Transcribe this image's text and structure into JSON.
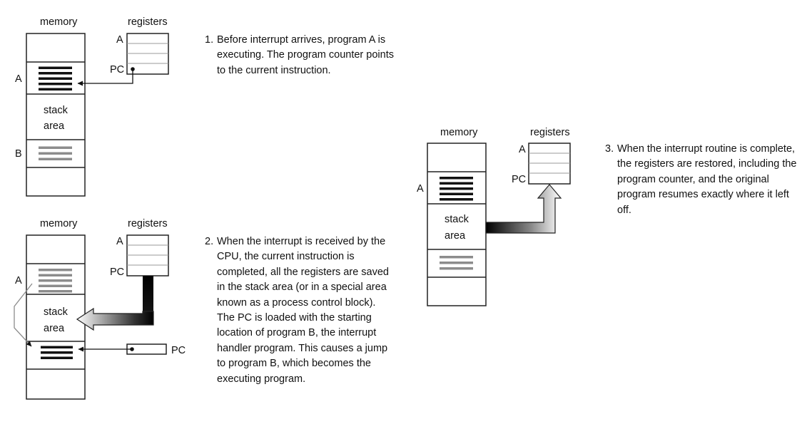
{
  "labels": {
    "memory": "memory",
    "registers": "registers",
    "a": "A",
    "b": "B",
    "pc": "PC",
    "stack": "stack",
    "area": "area"
  },
  "steps": [
    {
      "number": "1.",
      "text": "Before interrupt arrives, program A is executing. The program counter points to the current instruction."
    },
    {
      "number": "2.",
      "text": "When the interrupt is received by the CPU, the current instruction is completed, all the registers are saved in the stack area (or in a special area known as a process control block). The PC is loaded with the starting location of program B, the interrupt handler program. This causes a jump to program B, which becomes the executing program."
    },
    {
      "number": "3.",
      "text": "When the interrupt routine is complete, the registers are restored, including the program counter, and the original program resumes exactly where it left off."
    }
  ],
  "colors": {
    "active_program": "#111111",
    "inactive_program": "#8c8c8c",
    "outline": "#222222",
    "register_lines": "#999999",
    "paper": "#ffffff"
  }
}
